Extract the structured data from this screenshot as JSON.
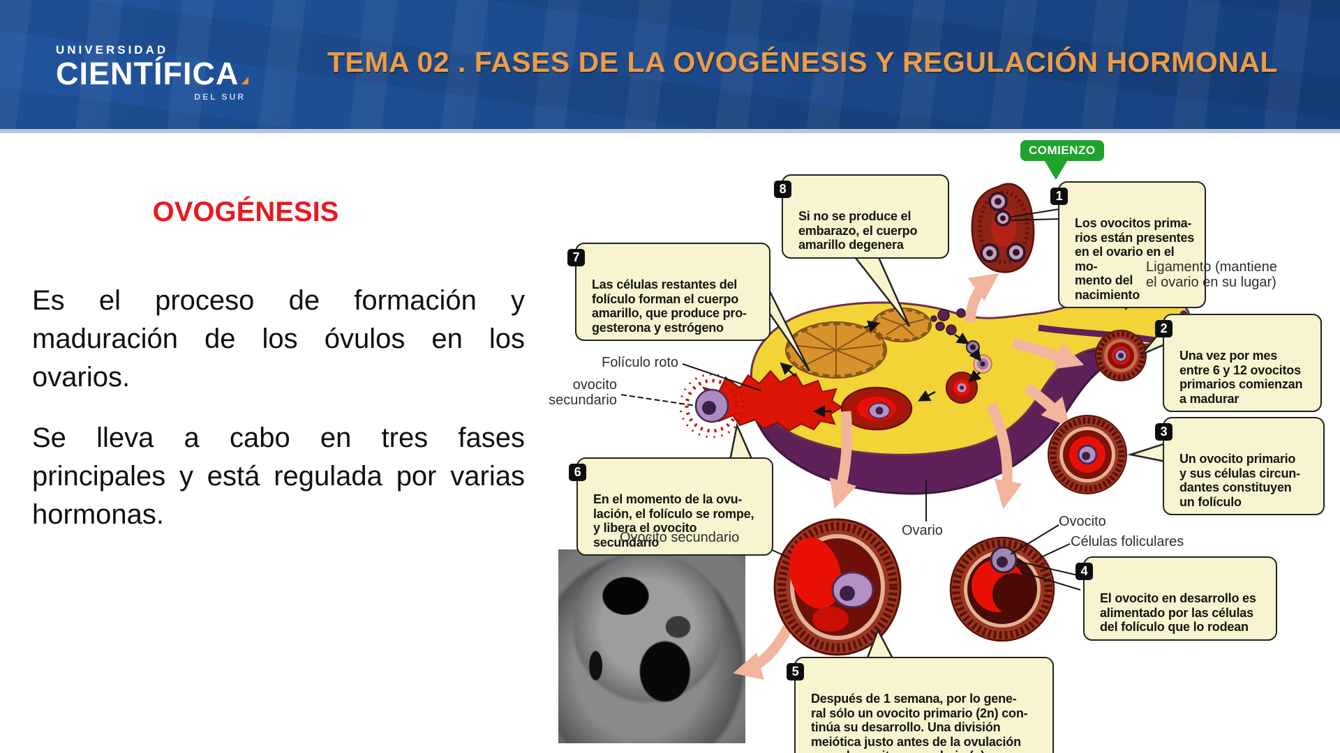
{
  "colors": {
    "header_blue": "#1B4889",
    "title_orange": "#ED9C45",
    "heading_red": "#E8191F",
    "callout_bg": "#F8F4CF",
    "start_green": "#1FA32C"
  },
  "header": {
    "logo": {
      "line1": "UNIVERSIDAD",
      "line2": "CIENTÍFICA",
      "line3": "DEL SUR"
    },
    "title": "TEMA 02 . FASES DE LA OVOGÉNESIS Y REGULACIÓN HORMONAL"
  },
  "left": {
    "heading": "OVOGÉNESIS",
    "p1": "Es el proceso de formación y maduración de los óvulos en los ovarios.",
    "p2": "Se lleva a cabo en tres fases principales y está regulada por varias hormonas."
  },
  "diagram": {
    "start_label": "COMIENZO",
    "callouts": [
      {
        "num": "1",
        "text": "Los ovocitos prima-\nrios están presentes\nen el ovario en el mo-\nmento del nacimiento"
      },
      {
        "num": "2",
        "text": "Una vez por mes\nentre 6 y 12 ovocitos\nprimarios comienzan\na madurar"
      },
      {
        "num": "3",
        "text": "Un ovocito primario\ny sus células circun-\ndantes constituyen\nun folículo"
      },
      {
        "num": "4",
        "text": "El ovocito en desarrollo es\nalimentado por las células\ndel folículo que lo rodean"
      },
      {
        "num": "5",
        "text": "Después de 1 semana, por lo gene-\nral sólo un ovocito primario (2n) con-\ntinúa su desarrollo. Una división\nmeiótica justo antes de la ovulación\ncrea el ovocito secundario (n)"
      },
      {
        "num": "6",
        "text": "En el momento de la ovu-\nlación, el folículo se rompe,\ny libera el ovocito secundario"
      },
      {
        "num": "7",
        "text": "Las células restantes del\nfolículo forman el cuerpo\namarillo, que produce pro-\ngesterona y estrógeno"
      },
      {
        "num": "8",
        "text": "Si no se produce el\nembarazo, el cuerpo\namarillo degenera"
      }
    ],
    "labels": {
      "ligament": "Ligamento (mantiene\nel ovario en su lugar)",
      "foliculo_roto": "Folículo roto",
      "ovocito_sec_out": "ovocito\nsecundario",
      "ovocito_sec": "Ovocito secundario",
      "ovario": "Ovario",
      "ovocito": "Ovocito",
      "celulas": "Células foliculares"
    }
  }
}
